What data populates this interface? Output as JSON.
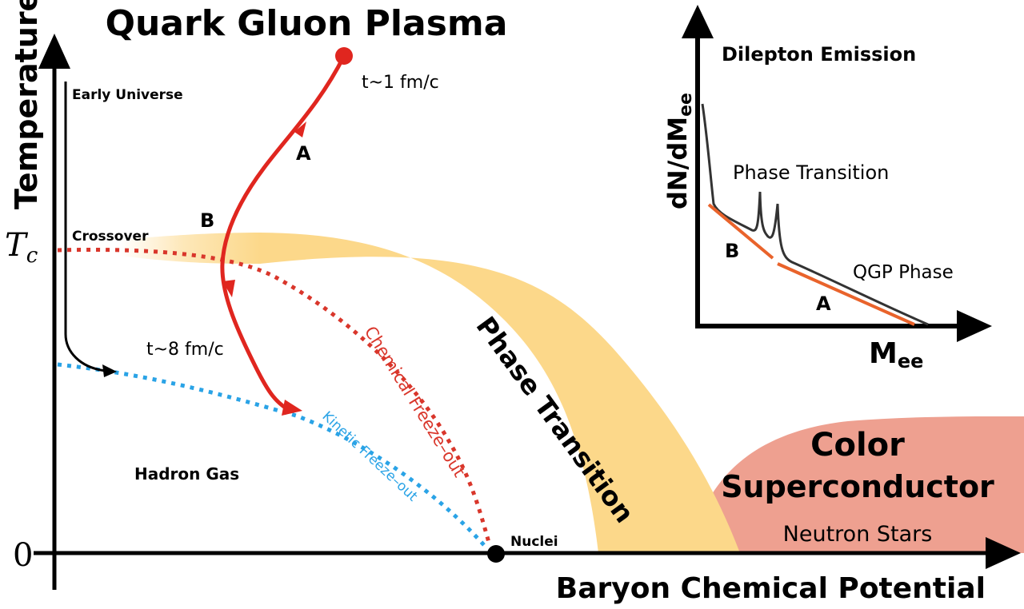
{
  "title": "Quark Gluon Plasma",
  "axes": {
    "y_label": "Temperature",
    "x_label": "Baryon Chemical Potential",
    "tc_label": "T",
    "tc_subscript": "c",
    "zero_label": "0"
  },
  "labels": {
    "early_universe": "Early Universe",
    "crossover": "Crossover",
    "t_start": "t~1 fm/c",
    "t_end": "t~8 fm/c",
    "point_a": "A",
    "point_b": "B",
    "chemical_freeze_out": "Chemical Freeze–out",
    "kinetic_freeze_out": "Kinetic Freeze–out",
    "hadron_gas": "Hadron Gas",
    "nuclei": "Nuclei",
    "phase_transition": "Phase Transition",
    "color_superconductor_1": "Color",
    "color_superconductor_2": "Superconductor",
    "neutron_stars": "Neutron Stars"
  },
  "inset": {
    "title": "Dilepton Emission",
    "y_label": "dN/dM",
    "y_subscript": "ee",
    "x_label": "M",
    "x_subscript": "ee",
    "phase_transition": "Phase Transition",
    "qgp_phase": "QGP Phase",
    "point_a": "A",
    "point_b": "B"
  },
  "colors": {
    "red_path": "#e0261f",
    "chemical_dots": "#d9362b",
    "kinetic_dots": "#2aa3e6",
    "phase_band": "#fcd88a",
    "superconductor": "#eea090",
    "inset_fit": "#e9632b",
    "axis": "#000000"
  }
}
